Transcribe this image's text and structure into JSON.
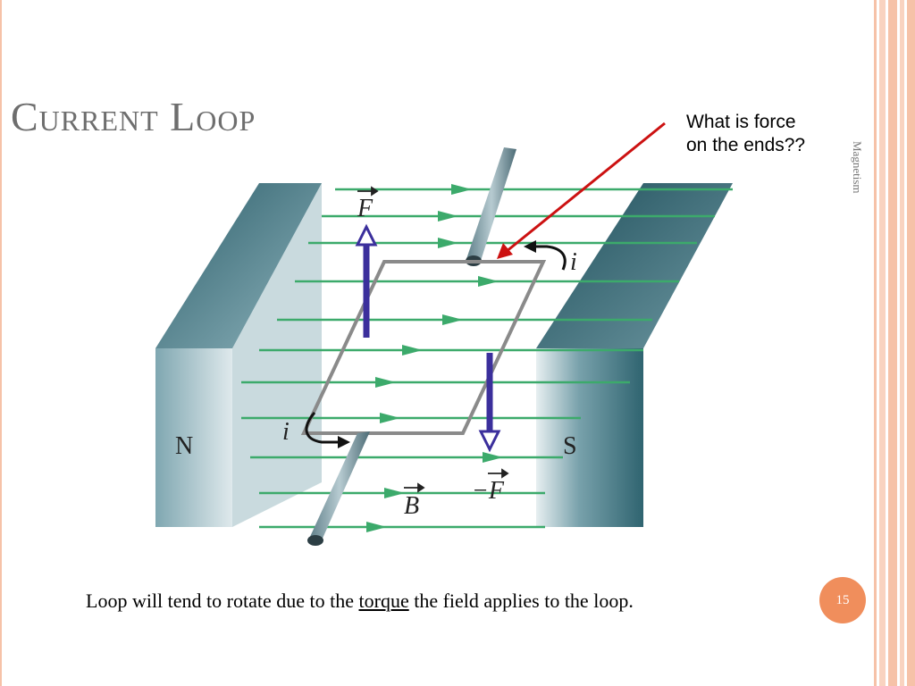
{
  "slide": {
    "title": "Current Loop",
    "side_label": "Magnetism",
    "page_number": "15"
  },
  "callout": {
    "line1": "What is force",
    "line2": "on the ends??"
  },
  "caption": {
    "before": "Loop will tend to rotate due to the ",
    "underlined": "torque",
    "after": " the field applies to the loop."
  },
  "figure": {
    "north_label": "N",
    "south_label": "S",
    "current_label": "i",
    "force_label": "F",
    "neg_force_label": "−F",
    "field_label": "B"
  },
  "colors": {
    "accent": "#f08e5c",
    "stripe": "#f6c2a8",
    "field_line": "#3caa6b",
    "force_arrow": "#3b2f9c",
    "magnet": "#3b6e7a",
    "pointer_arrow": "#cc1111"
  }
}
